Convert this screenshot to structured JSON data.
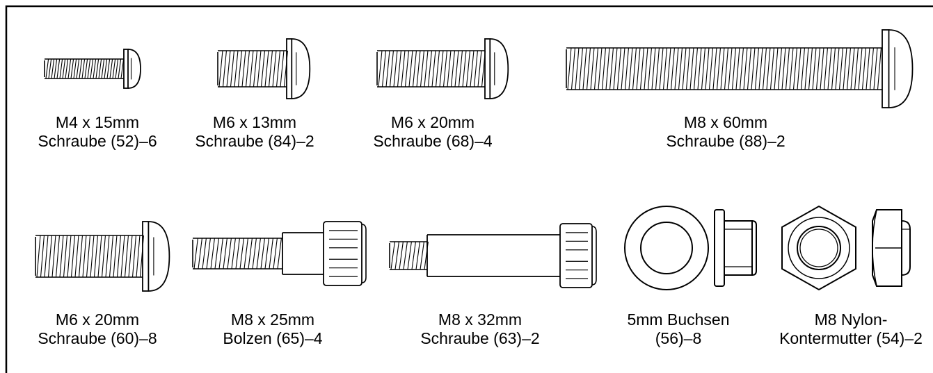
{
  "parts": [
    {
      "id": "m4-15-screw",
      "icon": "button-head-screw-icon",
      "line1": "M4 x 15mm",
      "line2": "Schraube (52)–6"
    },
    {
      "id": "m6-13-screw",
      "icon": "button-head-screw-icon",
      "line1": "M6 x 13mm",
      "line2": "Schraube (84)–2"
    },
    {
      "id": "m6-20-screw-68",
      "icon": "button-head-screw-icon",
      "line1": "M6 x 20mm",
      "line2": "Schraube (68)–4"
    },
    {
      "id": "m8-60-screw",
      "icon": "button-head-screw-icon",
      "line1": "M8 x 60mm",
      "line2": "Schraube (88)–2"
    },
    {
      "id": "m6-20-screw-60",
      "icon": "button-head-screw-icon",
      "line1": "M6 x 20mm",
      "line2": "Schraube (60)–8"
    },
    {
      "id": "m8-25-bolt",
      "icon": "shoulder-bolt-icon",
      "line1": "M8 x 25mm",
      "line2": "Bolzen (65)–4"
    },
    {
      "id": "m8-32-screw",
      "icon": "shoulder-bolt-icon",
      "line1": "M8 x 32mm",
      "line2": "Schraube (63)–2"
    },
    {
      "id": "5mm-bushing",
      "icon": "bushing-icon",
      "line1": "5mm Buchsen",
      "line2": "(56)–8"
    },
    {
      "id": "m8-nylon-locknut",
      "icon": "hex-locknut-icon",
      "line1": "M8 Nylon-",
      "line2": "Kontermutter (54)–2"
    }
  ]
}
